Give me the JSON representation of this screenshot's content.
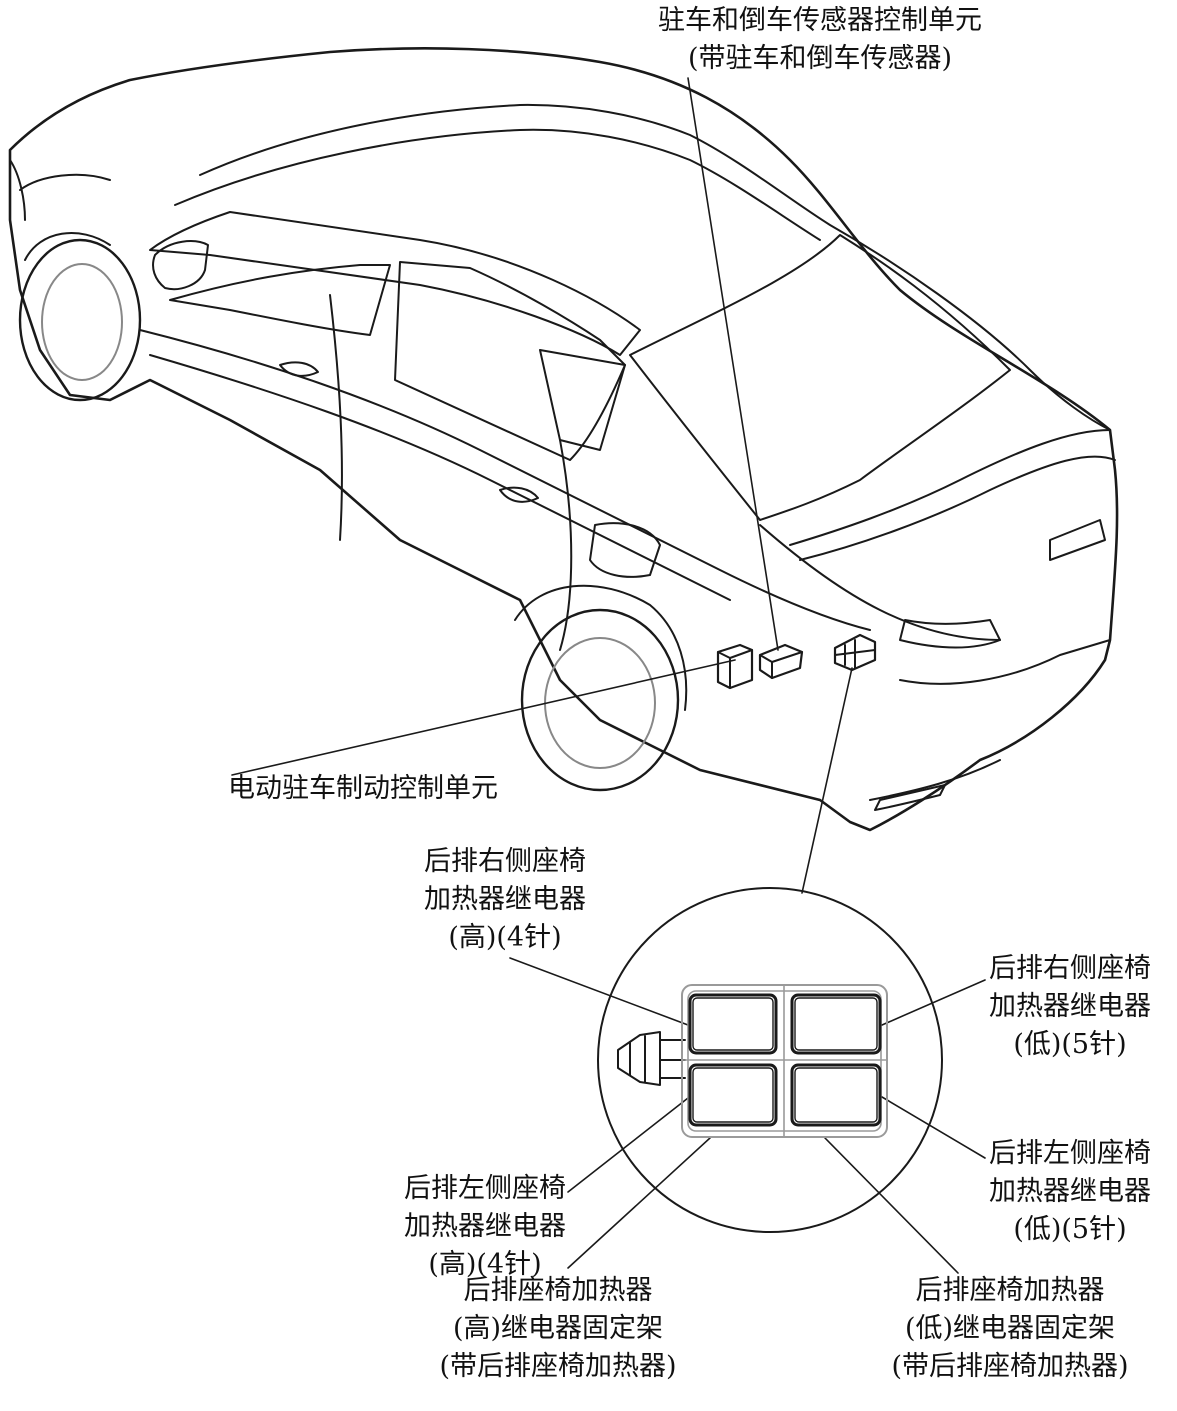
{
  "labels": {
    "parking_sensor_unit": {
      "line1": "驻车和倒车传感器控制单元",
      "line2": "(带驻车和倒车传感器)"
    },
    "epb_unit": {
      "line1": "电动驻车制动控制单元"
    },
    "rear_right_high": {
      "line1": "后排右侧座椅",
      "line2": "加热器继电器",
      "line3": "(高)(4针)"
    },
    "rear_right_low": {
      "line1": "后排右侧座椅",
      "line2": "加热器继电器",
      "line3": "(低)(5针)"
    },
    "rear_left_high": {
      "line1": "后排左侧座椅",
      "line2": "加热器继电器",
      "line3": "(高)(4针)"
    },
    "rear_left_low": {
      "line1": "后排左侧座椅",
      "line2": "加热器继电器",
      "line3": "(低)(5针)"
    },
    "bracket_high": {
      "line1": "后排座椅加热器",
      "line2": "(高)继电器固定架",
      "line3": "(带后排座椅加热器)"
    },
    "bracket_low": {
      "line1": "后排座椅加热器",
      "line2": "(低)继电器固定架",
      "line3": "(带后排座椅加热器)"
    }
  },
  "colors": {
    "line": "#1a1a1a",
    "gray": "#9a9a9a"
  }
}
